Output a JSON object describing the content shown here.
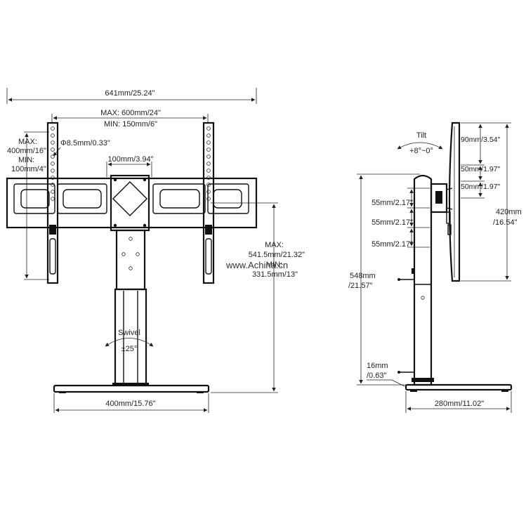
{
  "front_view": {
    "overall_width": "641mm/25.24\"",
    "hole_spacing_max": "MAX: 600mm/24\"",
    "hole_spacing_min": "MIN: 150mm/6\"",
    "vertical_max_label": "MAX:",
    "vertical_max_value": "400mm/16\"",
    "vertical_min_label": "MIN:",
    "vertical_min_value": "100mm/4\"",
    "hole_diameter": "Φ8.5mm/0.33\"",
    "center_plate": "100mm/3.94\"",
    "height_max_label": "MAX:",
    "height_max_value": "541.5mm/21.32\"",
    "height_min_label": "MIN:",
    "height_min_value": "331.5mm/13\"",
    "swivel_label": "Swivel",
    "swivel_value": "±25°",
    "base_width": "400mm/15.76\""
  },
  "watermark": "www.Achina.cn",
  "side_view": {
    "tilt_label": "Tilt",
    "tilt_value": "+8°~0°",
    "top_offset": "90mm/3.54\"",
    "step_a": "50mm/1.97\"",
    "step_b": "50mm/1.97\"",
    "panel_height_a": "420mm",
    "panel_height_b": "/16.54\"",
    "gap_1": "55mm/2.17\"",
    "gap_2": "55mm/2.17\"",
    "gap_3": "55mm/2.17\"",
    "total_height_a": "548mm",
    "total_height_b": "/21.57\"",
    "base_thickness_a": "16mm",
    "base_thickness_b": "/0.63\"",
    "base_depth": "280mm/11.02\""
  }
}
